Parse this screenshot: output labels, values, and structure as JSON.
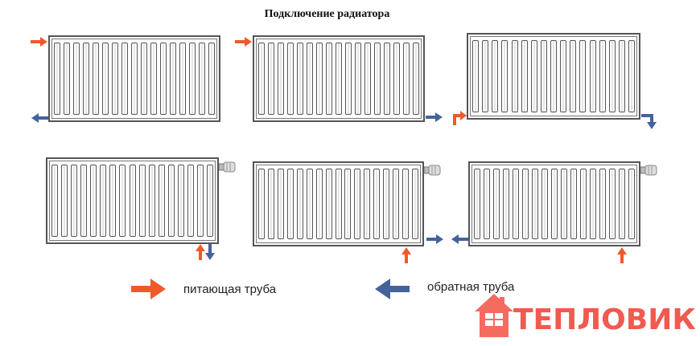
{
  "title": "Подключение радиатора",
  "legend": {
    "supply_label": "питающая труба",
    "return_label": "обратная труба"
  },
  "logo": {
    "text": "ТЕПЛОВИК"
  },
  "colors": {
    "supply": "#f0592a",
    "return": "#44639c",
    "outline": "#555555",
    "logo": "#f05a4f"
  },
  "icons": [
    "supply-arrow-icon",
    "return-arrow-icon",
    "valve-icon",
    "house-icon"
  ],
  "diagrams": [
    {
      "id": "side-connection",
      "supply": "top-left",
      "return": "bottom-left"
    },
    {
      "id": "diagonal-connection",
      "supply": "top-left",
      "return": "bottom-right"
    },
    {
      "id": "bottom-both-sides",
      "supply": "bottom-left",
      "return": "bottom-right"
    },
    {
      "id": "bottom-connection-right",
      "supply": "bottom-right-up",
      "return": "bottom-right-down"
    },
    {
      "id": "valve-bottom-supply-side-return",
      "supply": "bottom-right-up",
      "return": "right"
    },
    {
      "id": "valve-side-return-left",
      "supply": "bottom-right-up",
      "return": "left"
    }
  ]
}
